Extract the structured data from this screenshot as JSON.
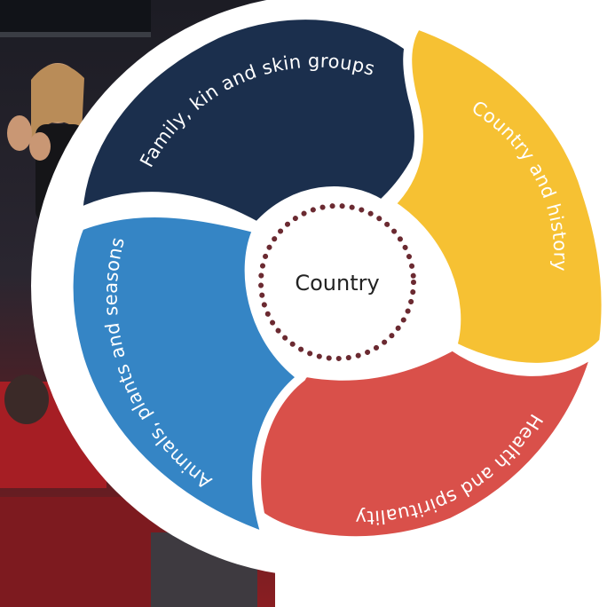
{
  "diagram": {
    "center": {
      "label": "Country",
      "ring_color": "#6b2a31"
    },
    "segments": [
      {
        "label": "Family, kin and skin groups",
        "color": "#1b2f4d"
      },
      {
        "label": "Country and history",
        "color": "#f6c133"
      },
      {
        "label": "Health and spirituality",
        "color": "#d9504a"
      },
      {
        "label": "Animals, plants and seasons",
        "color": "#3585c5"
      }
    ]
  },
  "colors": {
    "background_panel": "#ffffff"
  }
}
